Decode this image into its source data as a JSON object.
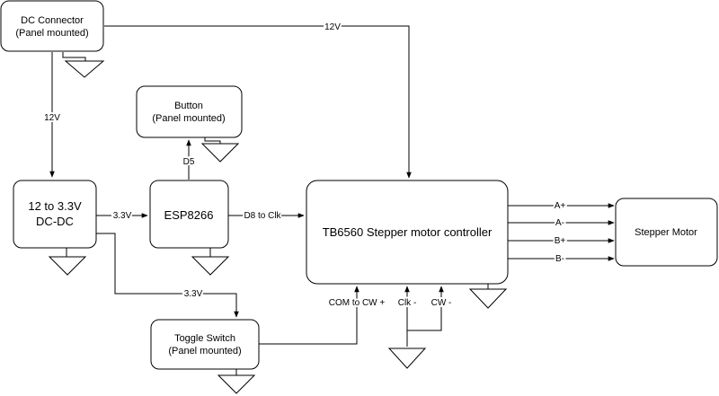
{
  "blocks": {
    "dc_connector": {
      "line1": "DC Connector",
      "line2": "(Panel mounted)"
    },
    "button": {
      "line1": "Button",
      "line2": "(Panel mounted)"
    },
    "dcdc": {
      "line1": "12 to 3.3V",
      "line2": "DC-DC"
    },
    "esp": {
      "label": "ESP8266"
    },
    "controller": {
      "label": "TB6560 Stepper motor controller"
    },
    "motor": {
      "label": "Stepper Motor"
    },
    "toggle": {
      "line1": "Toggle Switch",
      "line2": "(Panel mounted)"
    }
  },
  "wires": {
    "v12_top": "12V",
    "v12_side": "12V",
    "d5": "D5",
    "v33_esp": "3.3V",
    "d8": "D8 to Clk",
    "v33_toggle": "3.3V",
    "com": "COM to CW +",
    "clk_minus": "Clk -",
    "cw_minus": "CW -",
    "a_plus": "A+",
    "a_minus": "A-",
    "b_plus": "B+",
    "b_minus": "B-"
  }
}
